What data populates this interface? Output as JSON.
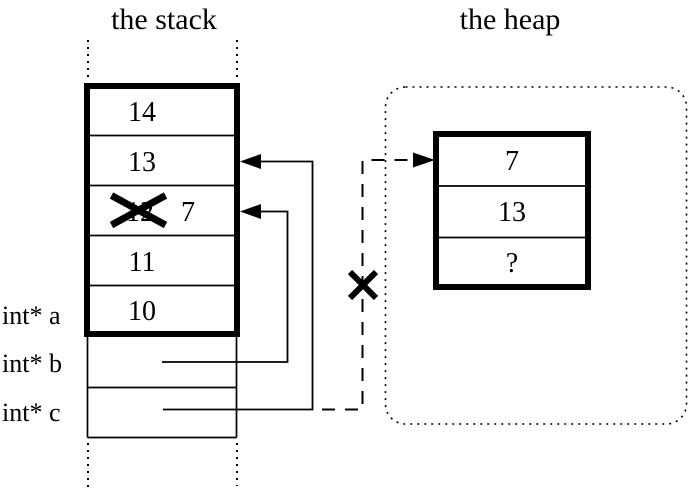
{
  "colors": {
    "ink": "#000000",
    "background": "#ffffff"
  },
  "stack": {
    "title": "the stack",
    "cells": [
      {
        "value": "14"
      },
      {
        "value": "13"
      },
      {
        "value": "12",
        "crossed_out": true,
        "new_value": "7"
      },
      {
        "value": "11"
      },
      {
        "value": "10"
      }
    ],
    "variables": [
      {
        "label": "int* a"
      },
      {
        "label": "int* b"
      },
      {
        "label": "int* c"
      }
    ]
  },
  "heap": {
    "title": "the heap",
    "cells": [
      {
        "value": "7"
      },
      {
        "value": "13"
      },
      {
        "value": "?"
      }
    ]
  }
}
